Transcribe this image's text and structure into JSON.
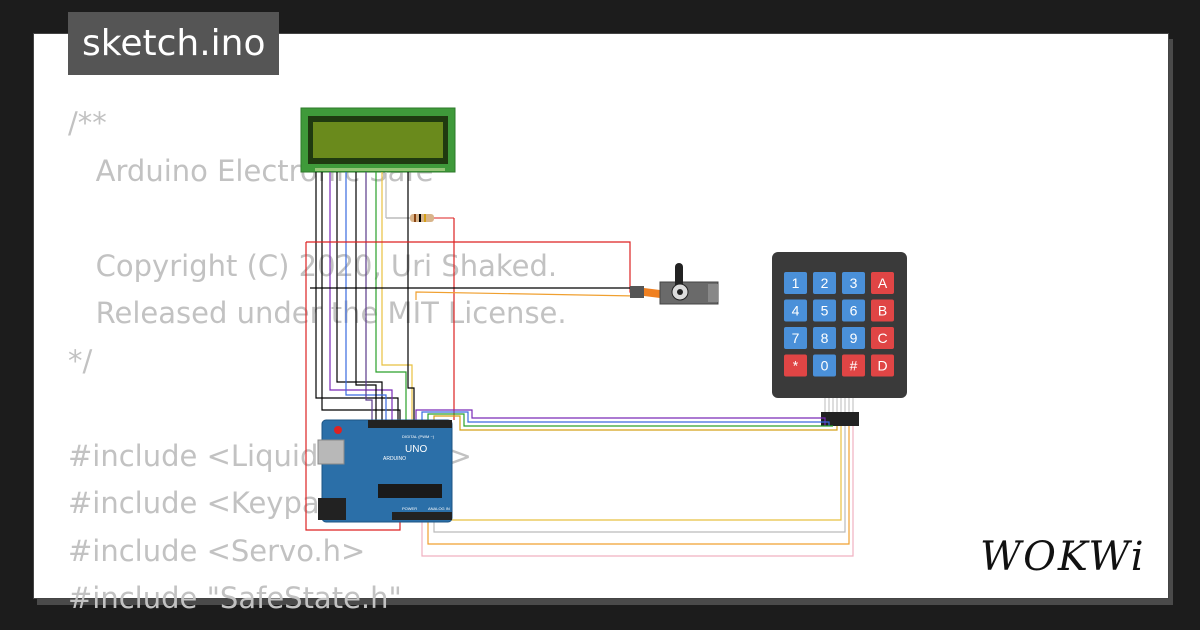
{
  "filename": "sketch.ino",
  "code_lines": [
    "/**",
    "   Arduino Electronic Safe",
    "",
    "   Copyright (C) 2020, Uri Shaked.",
    "   Released under the MIT License.",
    "*/",
    "",
    "#include <LiquidCrystal.h>",
    "#include <Keypad.h>",
    "#include <Servo.h>",
    "#include \"SafeState.h\""
  ],
  "keypad": {
    "keys": [
      "1",
      "2",
      "3",
      "A",
      "4",
      "5",
      "6",
      "B",
      "7",
      "8",
      "9",
      "C",
      "*",
      "0",
      "#",
      "D"
    ]
  },
  "board": {
    "logo": "UNO",
    "maker": "ARDUINO",
    "digital_label": "DIGITAL (PWM ~)",
    "analog_label": "ANALOG IN",
    "power_label": "POWER"
  },
  "brand": "WOKWi",
  "colors": {
    "badge": "#555555",
    "code_text": "#c2c2c2",
    "arduino_blue": "#2b6fa8",
    "lcd_green": "#3f9a3a",
    "lcd_screen": "#6a8a1c",
    "keypad_blue": "#4a90d9",
    "keypad_red": "#e04545",
    "keypad_body": "#3a3a3a"
  }
}
